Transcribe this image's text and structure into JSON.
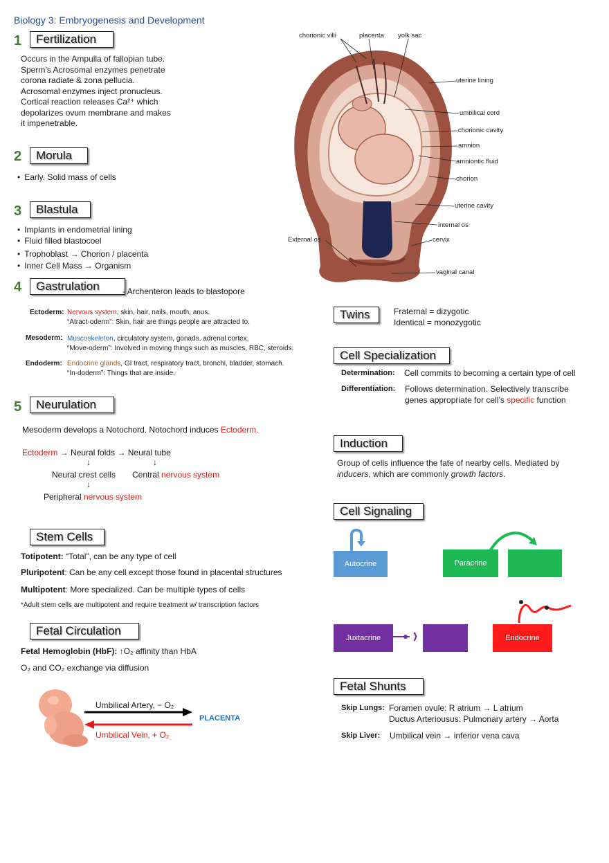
{
  "title": "Biology 3: Embryogenesis and Development",
  "fertilization": {
    "num": "1",
    "heading": "Fertilization",
    "lines": [
      "Occurs in the Ampulla of fallopian tube.",
      "Sperm’s Acrosomal enzymes penetrate",
      "corona radiate & zona pellucia.",
      "Acrosomal enzymes inject pronucleus.",
      "Cortical reaction releases Ca²⁺ which",
      "depolarizes ovum membrane and makes",
      "it impenetrable."
    ]
  },
  "morula": {
    "num": "2",
    "heading": "Morula",
    "items": [
      "Early. Solid mass of cells"
    ]
  },
  "blastula": {
    "num": "3",
    "heading": "Blastula",
    "items": [
      "Implants in endometrial lining",
      "Fluid filled blastocoel",
      "Trophoblast → Chorion / placenta",
      "Inner Cell Mass → Organism"
    ]
  },
  "gastrulation": {
    "num": "4",
    "heading": "Gastrulation",
    "note": "- Archenteron leads to blastopore",
    "ecto_label": "Ectoderm:",
    "ecto_key": "Nervous system",
    "ecto_rest": ", skin, hair, nails, mouth, anus.",
    "ecto_mnemonic": "“Atract-oderm”:  Skin, hair are things people are attracted to.",
    "meso_label": "Mesoderm:",
    "meso_key": "Muscoskeleton",
    "meso_rest": ", circulatory system, gonads, adrenal cortex.",
    "meso_mnemonic": "“Move-oderm”:  Involved in moving things such as muscles, RBC, steroids.",
    "endo_label": "Endoderm:",
    "endo_key": "Endocrine glands",
    "endo_rest": ", GI tract, respiratory tract, bronchi, bladder, stomach.",
    "endo_mnemonic": "“In-doderm”:  Things that are inside."
  },
  "neurulation": {
    "num": "5",
    "heading": "Neurulation",
    "line1_a": "Mesoderm develops a Notochord.  Notochord induces ",
    "line1_b": "Ectoderm",
    "line1_c": ".",
    "flow_a": "Ectoderm",
    "flow_b": " → Neural folds → Neural tube",
    "arrow": "↓",
    "crest": "Neural crest cells",
    "central_a": "Central ",
    "central_b": "nervous system",
    "peripheral_a": "Peripheral ",
    "peripheral_b": "nervous system"
  },
  "stem_cells": {
    "heading": "Stem Cells",
    "toti_label": "Totipotent:",
    "toti_text": "  “Total”, can be any type of cell",
    "pluri_label": "Pluripotent",
    "pluri_text": ":  Can be any cell except those found in placental structures",
    "multi_label": "Multipotent",
    "multi_text": ":  More specialized. Can be multiple types of cells",
    "note": "*Adult stem cells are multipotent and require treatment w/ transcription factors"
  },
  "fetal_circulation": {
    "heading": "Fetal Circulation",
    "hbf_label": "Fetal Hemoglobin (HbF):",
    "hbf_text": " ↑O₂ affinity than HbA",
    "exchange": "O₂ and CO₂ exchange via diffusion",
    "artery": "Umbilical Artery, − O₂",
    "vein": "Umbilical Vein, + O₂",
    "placenta": "PLACENTA"
  },
  "diagram_labels": {
    "chorionic_villi": "chorionic villi",
    "placenta": "placenta",
    "yolk_sac": "yolk sac",
    "uterine_lining": "uterine lining",
    "umbilical_cord": "umbilical cord",
    "chorionic_cavity": "chorionic cavity",
    "amnion": "amnion",
    "amniotic_fluid": "amniontic fluid",
    "chorion": "chorion",
    "uterine_cavity": "uterine cavity",
    "internal_os": "internal os",
    "external_os": "External os",
    "cervix": "cervix",
    "vaginal_canal": "vaginal canal"
  },
  "twins": {
    "heading": "Twins",
    "fraternal": "Fraternal = dizygotic",
    "identical": "Identical = monozygotic"
  },
  "cell_specialization": {
    "heading": "Cell Specialization",
    "det_label": "Determination:",
    "det_text": "Cell commits to becoming a certain type of cell",
    "diff_label": "Differentiation:",
    "diff_text1": "Follows determination. Selectively transcribe",
    "diff_text2a": "genes appropriate for cell’s ",
    "diff_text2b": "specific",
    "diff_text2c": " function"
  },
  "induction": {
    "heading": "Induction",
    "line1": "Group of cells influence the fate of nearby cells.  Mediated by",
    "line2a": "inducers",
    "line2b": ", which are commonly ",
    "line2c": "growth factors",
    "line2d": "."
  },
  "cell_signaling": {
    "heading": "Cell Signaling",
    "autocrine": "Autocrine",
    "paracrine": "Paracrine",
    "juxtacrine": "Juxtacrine",
    "endocrine": "Endocrine",
    "colors": {
      "autocrine": "#5b9bd5",
      "paracrine": "#1db954",
      "juxtacrine": "#7030a0",
      "endocrine": "#ff1a1a"
    }
  },
  "fetal_shunts": {
    "heading": "Fetal Shunts",
    "lungs_label": "Skip Lungs:",
    "lungs_1": "Foramen ovule:  R atrium → L atrium",
    "lungs_2": "Ductus Arteriousus:  Pulmonary artery → Aorta",
    "liver_label": "Skip Liver:",
    "liver_1": "Umbilical vein → inferior vena cava"
  }
}
